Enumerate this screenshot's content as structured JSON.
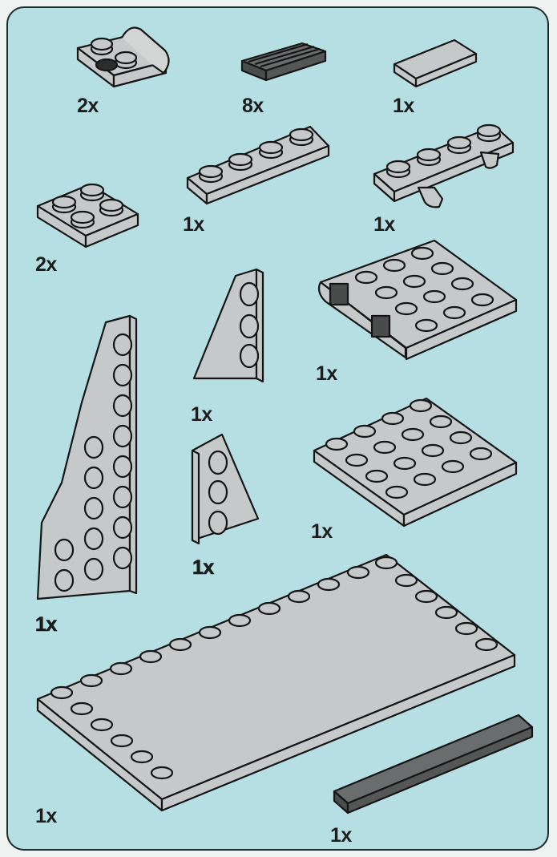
{
  "page": {
    "panel_color": "#b5dfe3",
    "part_color": "#c6c9c9",
    "dark_part_color": "#5b5e5e",
    "outline_color": "#151515"
  },
  "parts": [
    {
      "id": "plate-2x2-with-handle",
      "icon": "plate-2x2-handle-icon",
      "quantity": "2x"
    },
    {
      "id": "grille-tile-1x2",
      "icon": "grille-tile-icon",
      "quantity": "8x"
    },
    {
      "id": "tile-1x2",
      "icon": "tile-1x2-icon",
      "quantity": "1x"
    },
    {
      "id": "plate-1x4",
      "icon": "plate-1x4-icon",
      "quantity": "1x"
    },
    {
      "id": "plate-1x4-with-clips",
      "icon": "plate-1x4-clip-icon",
      "quantity": "1x"
    },
    {
      "id": "plate-2x2",
      "icon": "plate-2x2-icon",
      "quantity": "2x"
    },
    {
      "id": "wedge-plate-3x2",
      "icon": "wedge-plate-3x2-icon",
      "quantity": "1x"
    },
    {
      "id": "hinge-plate-4x4",
      "icon": "hinge-plate-4x4-icon",
      "quantity": "1x"
    },
    {
      "id": "wedge-plate-large",
      "icon": "wedge-plate-large-icon",
      "quantity": "1x"
    },
    {
      "id": "wedge-plate-small",
      "icon": "wedge-plate-small-icon",
      "quantity": "1x"
    },
    {
      "id": "plate-4x4",
      "icon": "plate-4x4-icon",
      "quantity": "1x"
    },
    {
      "id": "plate-6x12",
      "icon": "plate-6x12-icon",
      "quantity": "1x"
    },
    {
      "id": "tile-1x6-dark",
      "icon": "tile-1x6-dark-icon",
      "quantity": "1x"
    }
  ]
}
